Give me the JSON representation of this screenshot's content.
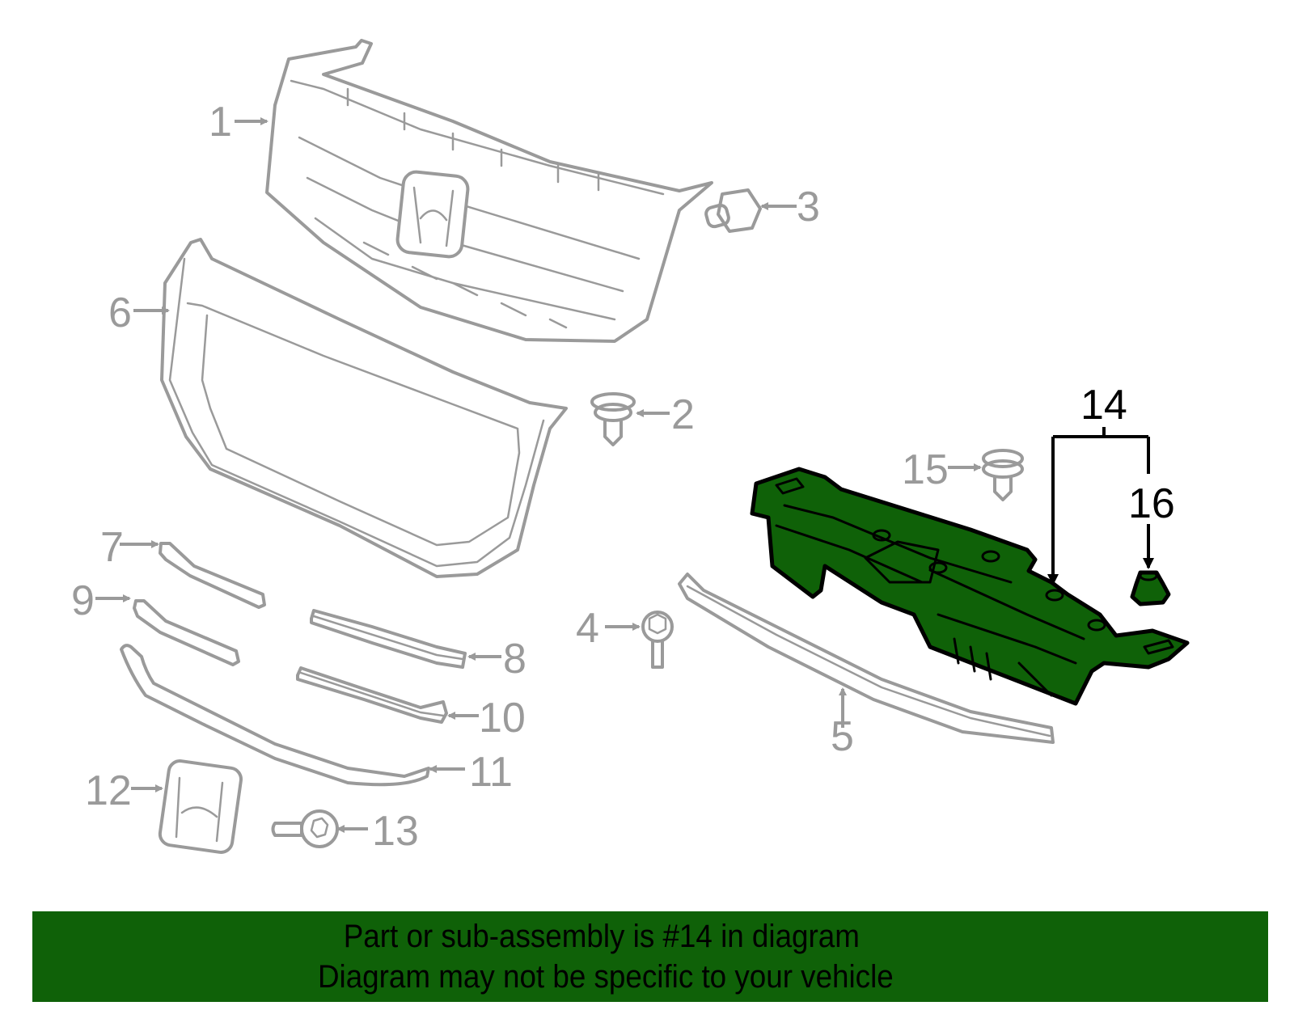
{
  "diagram": {
    "title": "Grille assembly exploded parts diagram",
    "highlight_color": "#0f6108",
    "part_line_color": "#9a9a9a",
    "callouts": [
      {
        "number": "1",
        "part": "grille"
      },
      {
        "number": "2",
        "part": "clip"
      },
      {
        "number": "3",
        "part": "screw-grommet"
      },
      {
        "number": "4",
        "part": "bolt"
      },
      {
        "number": "5",
        "part": "lower-seal-strip"
      },
      {
        "number": "6",
        "part": "grille-surround-molding"
      },
      {
        "number": "7",
        "part": "upper-left-molding"
      },
      {
        "number": "8",
        "part": "upper-right-molding"
      },
      {
        "number": "9",
        "part": "lower-left-molding"
      },
      {
        "number": "10",
        "part": "lower-right-molding"
      },
      {
        "number": "11",
        "part": "lower-grille-trim"
      },
      {
        "number": "12",
        "part": "emblem"
      },
      {
        "number": "13",
        "part": "screw"
      },
      {
        "number": "14",
        "part": "upper-support-cover-assembly",
        "highlighted": true
      },
      {
        "number": "15",
        "part": "clip"
      },
      {
        "number": "16",
        "part": "nut"
      }
    ]
  },
  "banner": {
    "line1": "Part or sub-assembly is #14 in diagram",
    "line2": "Diagram may not be specific to your vehicle",
    "background": "#0f6108"
  }
}
